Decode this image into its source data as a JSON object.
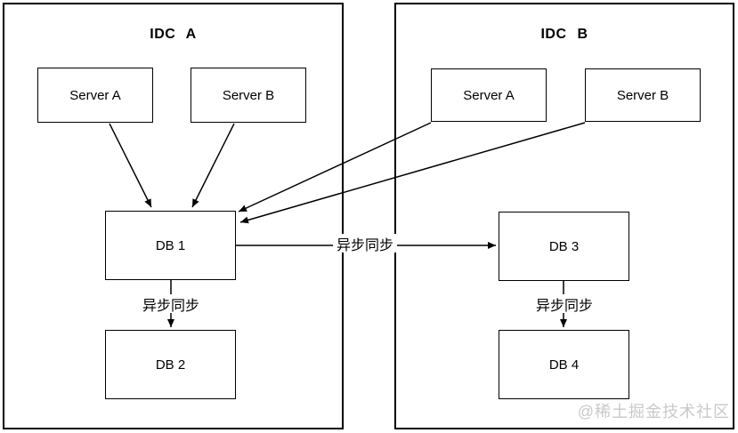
{
  "colors": {
    "background": "#ffffff",
    "line": "#000000",
    "box_border": "#000000",
    "watermark": "#c9c9c9"
  },
  "idc_a": {
    "title": "IDC A",
    "server_a": "Server A",
    "server_b": "Server B",
    "db1": "DB 1",
    "db2": "DB 2",
    "sync_db1_db2": "异步同步"
  },
  "idc_b": {
    "title": "IDC B",
    "server_a": "Server A",
    "server_b": "Server B",
    "db3": "DB 3",
    "db4": "DB 4",
    "sync_db3_db4": "异步同步"
  },
  "cross_idc": {
    "sync_db1_db3": "异步同步"
  },
  "edges": [
    {
      "from": "IDC A / Server A",
      "to": "IDC A / DB 1",
      "label": ""
    },
    {
      "from": "IDC A / Server B",
      "to": "IDC A / DB 1",
      "label": ""
    },
    {
      "from": "IDC B / Server A",
      "to": "IDC A / DB 1",
      "label": ""
    },
    {
      "from": "IDC B / Server B",
      "to": "IDC A / DB 1",
      "label": ""
    },
    {
      "from": "IDC A / DB 1",
      "to": "IDC B / DB 3",
      "label": "异步同步"
    },
    {
      "from": "IDC A / DB 1",
      "to": "IDC A / DB 2",
      "label": "异步同步"
    },
    {
      "from": "IDC B / DB 3",
      "to": "IDC B / DB 4",
      "label": "异步同步"
    }
  ],
  "watermark": "@稀土掘金技术社区"
}
